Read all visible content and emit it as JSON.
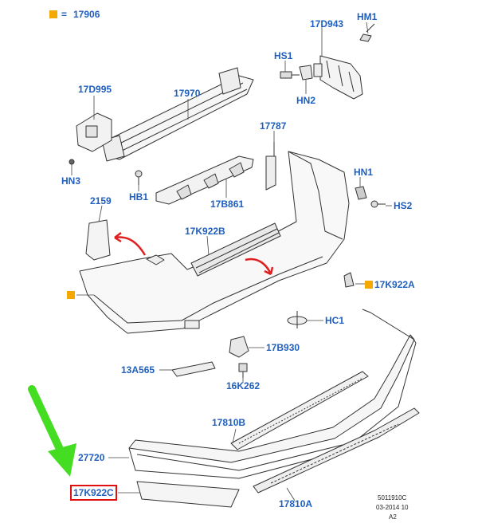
{
  "legend": {
    "equals": "=",
    "part": "17906"
  },
  "callouts": {
    "p17D943": "17D943",
    "pHM1": "HM1",
    "pHS1": "HS1",
    "pHN2": "HN2",
    "p17D995": "17D995",
    "p17970": "17970",
    "pHN3": "HN3",
    "pHB1": "HB1",
    "p17787": "17787",
    "p17B861": "17B861",
    "p2159": "2159",
    "p17K922B": "17K922B",
    "pHN1": "HN1",
    "pHS2": "HS2",
    "p17K922A": "17K922A",
    "pHC1": "HC1",
    "p17B930": "17B930",
    "p13A565": "13A565",
    "p16K262": "16K262",
    "p17810B": "17810B",
    "p27720": "27720",
    "p17K922C": "17K922C",
    "p17810A": "17810A"
  },
  "meta": {
    "line1": "5011910C",
    "line2": "03-2014 10",
    "line3": "A2"
  },
  "colors": {
    "label": "#1f5fbf",
    "marker": "#f5a800",
    "highlight": "#e01010",
    "pointer": "#44dd22",
    "arrow": "#e02020"
  }
}
